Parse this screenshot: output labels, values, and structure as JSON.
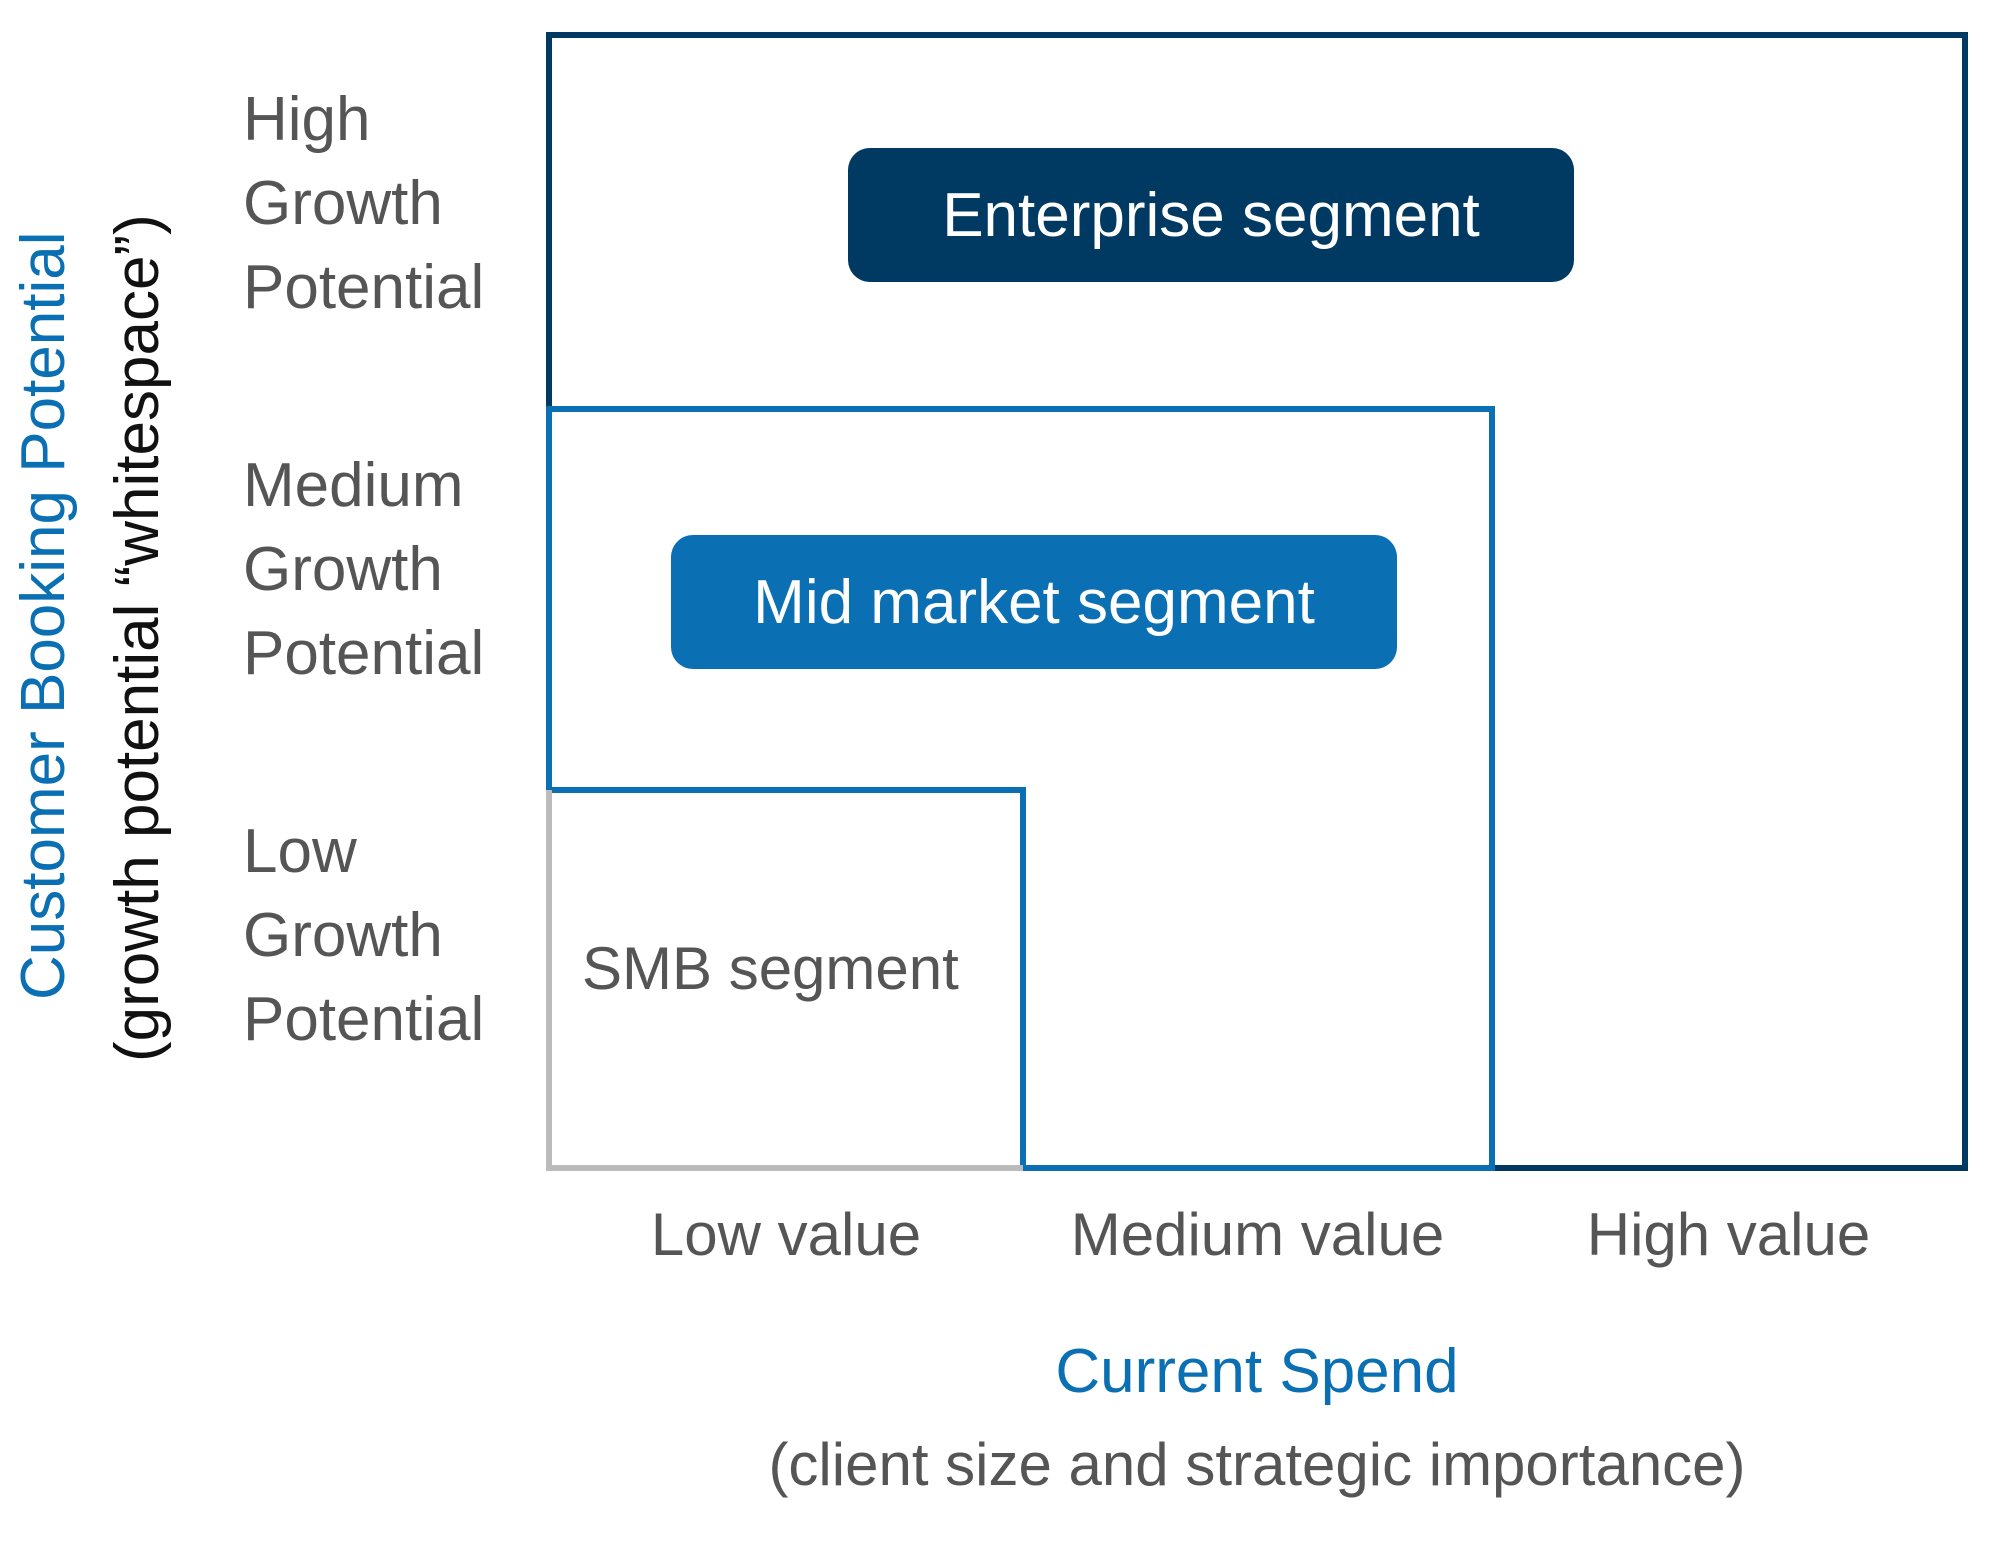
{
  "y_axis": {
    "title": "Customer Booking Potential",
    "subtitle": "(growth potential “whitespace”)",
    "rows": [
      {
        "line1": "High",
        "line2": "Growth",
        "line3": "Potential"
      },
      {
        "line1": "Medium",
        "line2": "Growth",
        "line3": "Potential"
      },
      {
        "line1": "Low",
        "line2": "Growth",
        "line3": "Potential"
      }
    ]
  },
  "x_axis": {
    "columns": [
      "Low value",
      "Medium value",
      "High value"
    ],
    "title": "Current Spend",
    "subtitle": "(client size and strategic importance)"
  },
  "segments": {
    "enterprise": "Enterprise segment",
    "mid_market": "Mid market segment",
    "smb": "SMB segment"
  },
  "colors": {
    "enterprise": "#003a63",
    "mid_market": "#0a6fb3",
    "smb": "#bbbbbb",
    "axis_title": "#0a6fb3",
    "label_gray": "#555555"
  }
}
